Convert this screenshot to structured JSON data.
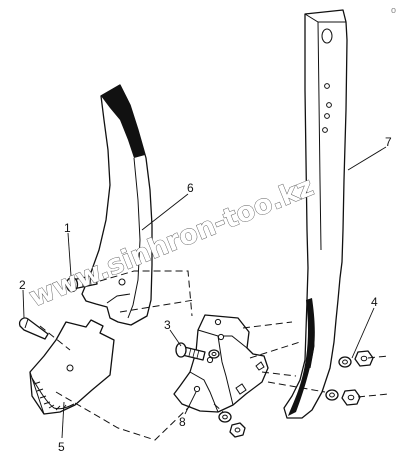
{
  "callouts": {
    "c1": "1",
    "c2": "2",
    "c3": "3",
    "c4": "4",
    "c5": "5",
    "c6": "6",
    "c7": "7",
    "c8": "8"
  },
  "watermark": "www.sinhron-too.kz",
  "corner_mark": "o"
}
